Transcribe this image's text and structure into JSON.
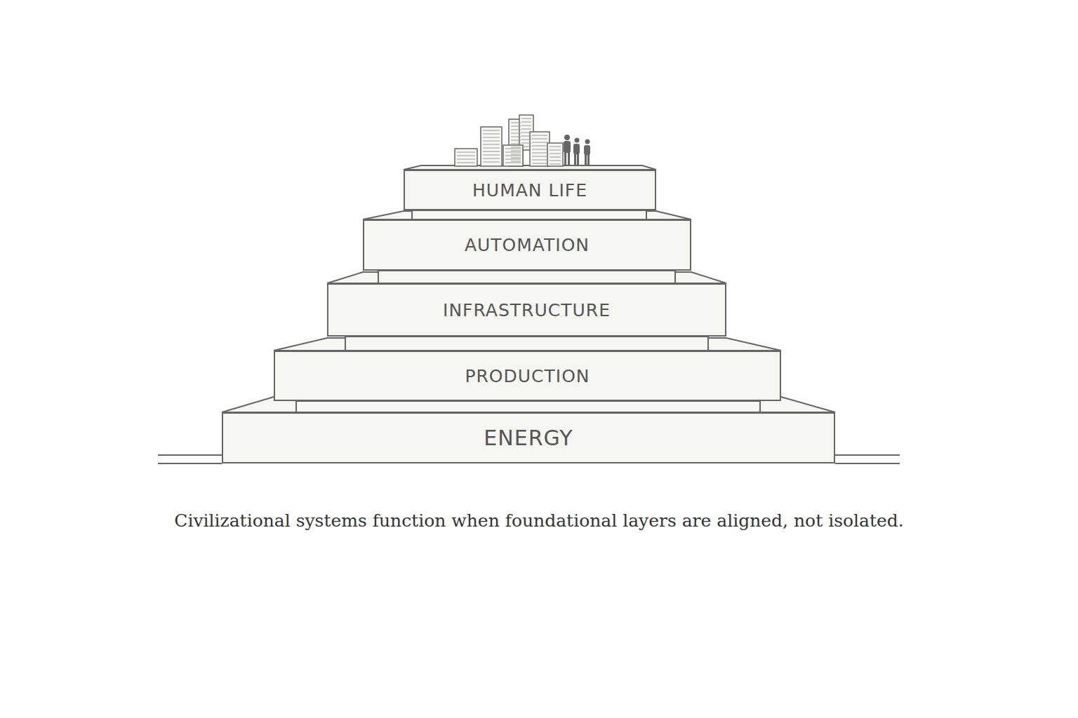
{
  "diagram": {
    "caption": "Civilizational systems function when foundational layers are aligned, not isolated.",
    "nodes": [
      {
        "text": [
          "HUMAN LIFE"
        ]
      },
      {
        "text": [
          "AUTOMATION"
        ]
      },
      {
        "text": [
          "INFRASTRUCTURE"
        ]
      },
      {
        "text": [
          "PRODUCTION"
        ]
      },
      {
        "text": [
          "ENERGY"
        ]
      }
    ]
  }
}
